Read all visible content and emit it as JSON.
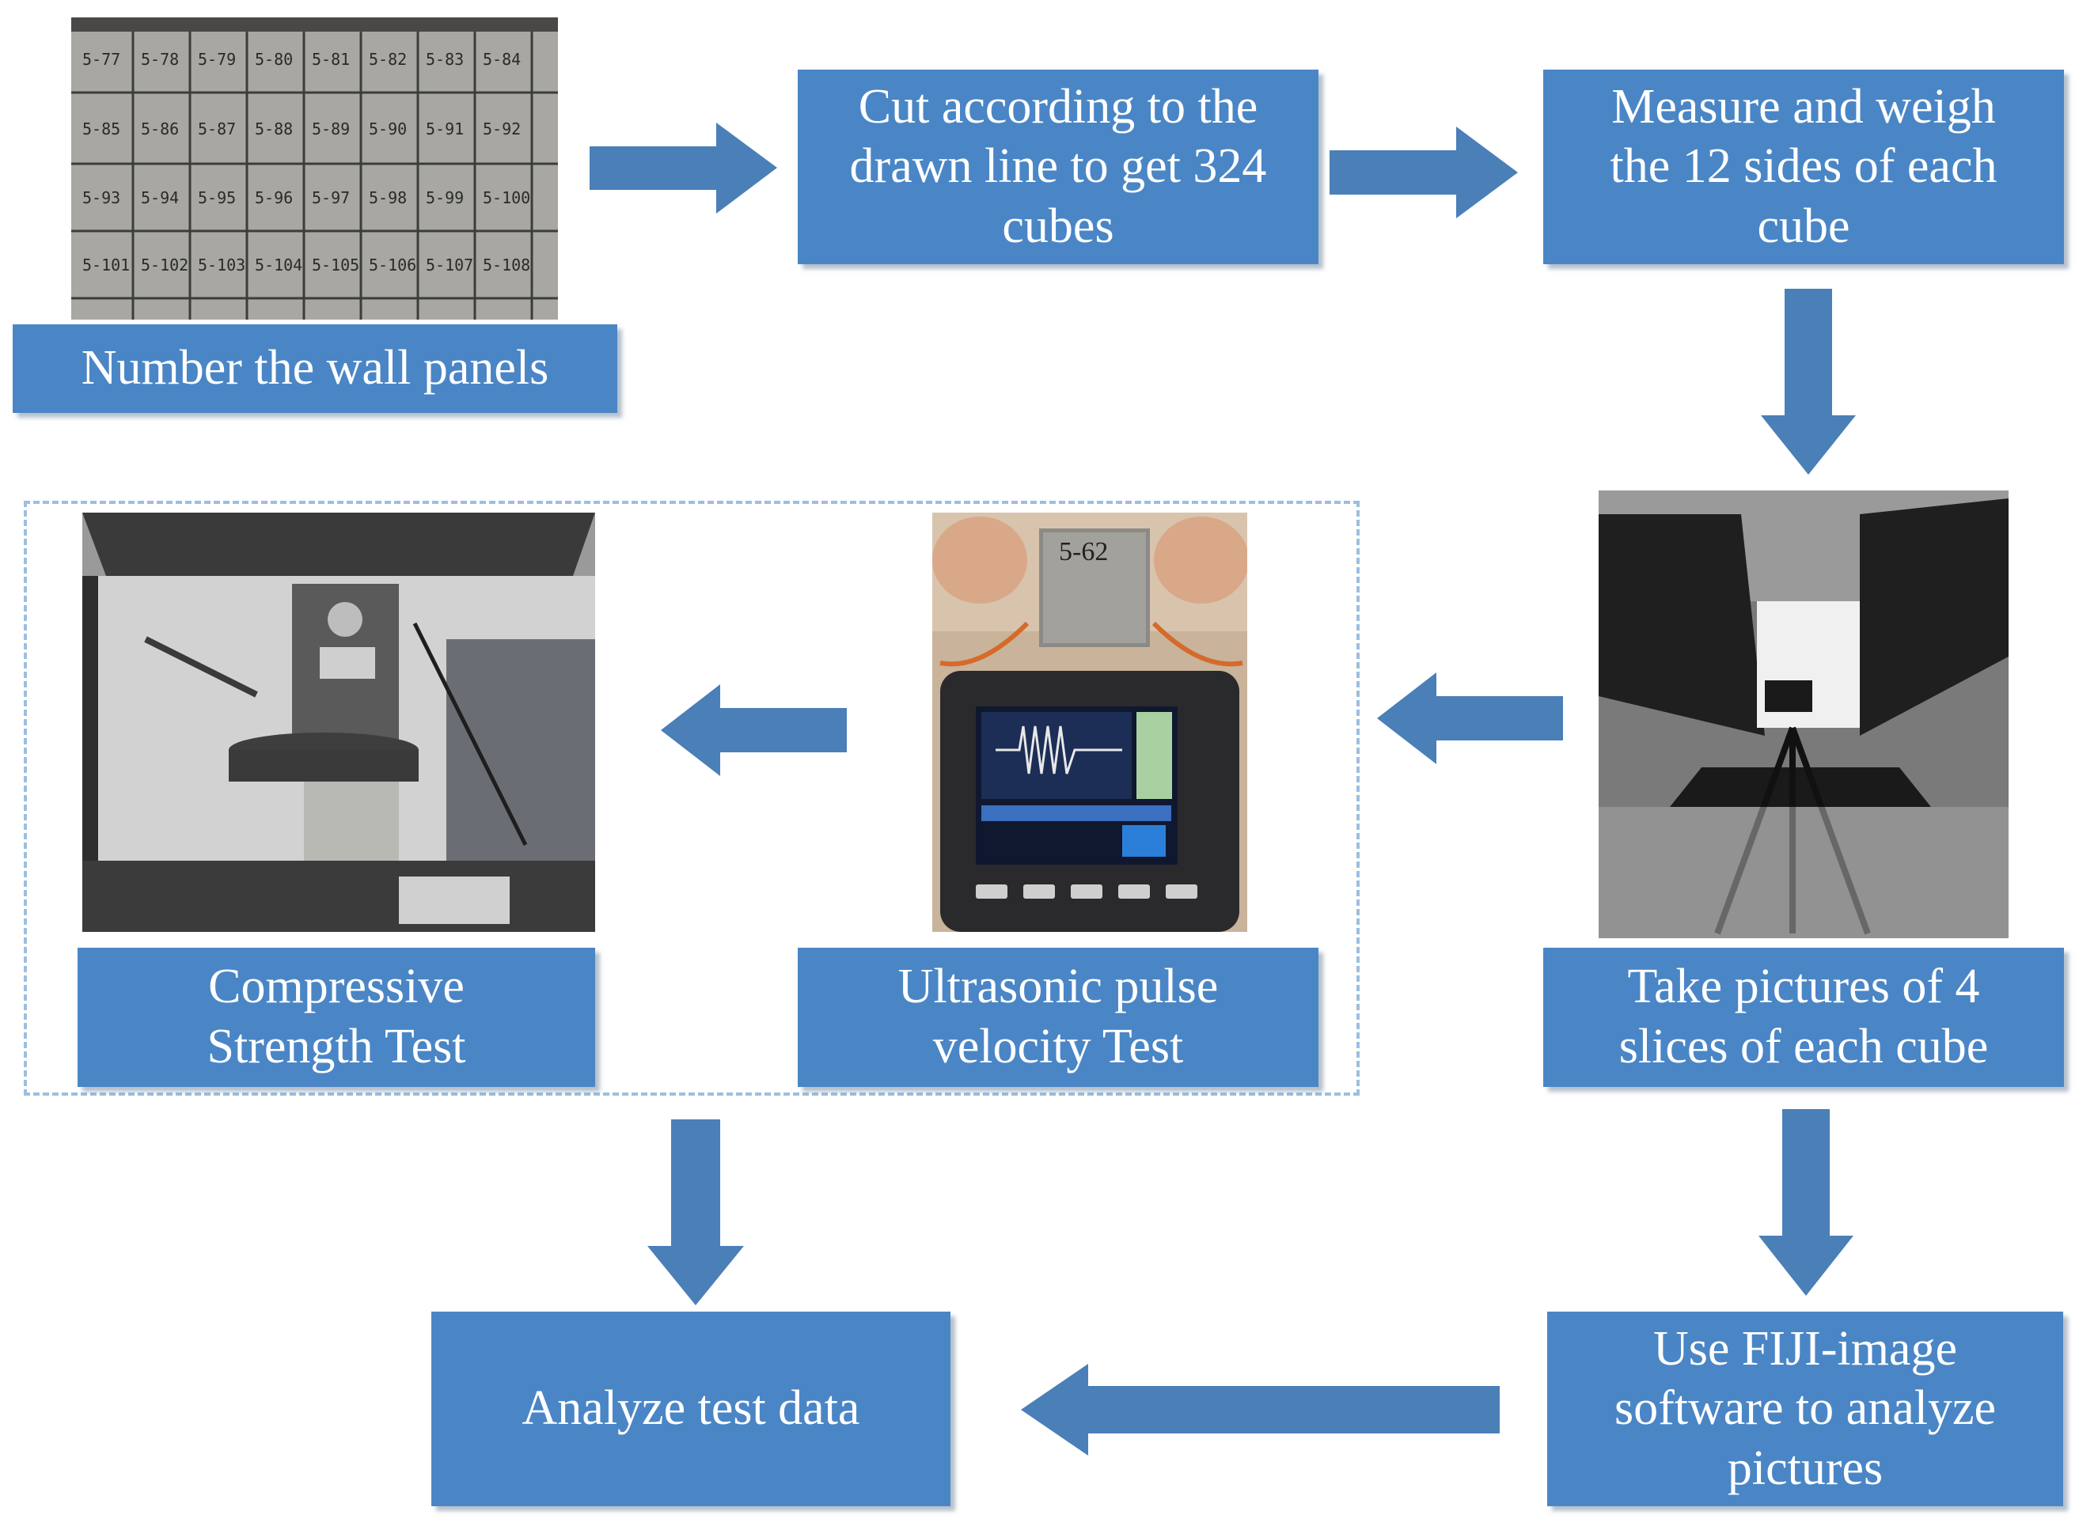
{
  "steps": {
    "number_panels": "Number the wall panels",
    "cut": "Cut according to the\ndrawn line to get 324\ncubes",
    "measure": "Measure and weigh\nthe 12 sides of each\ncube",
    "take_pictures": "Take pictures of 4\nslices of each cube",
    "upv": "Ultrasonic pulse\nvelocity Test",
    "compressive": "Compressive\nStrength Test",
    "fiji": "Use FIJI-image\nsoftware to analyze\npictures",
    "analyze": "Analyze test data"
  },
  "photos": {
    "grid_labels": [
      "5-77",
      "5-78",
      "5-79",
      "5-80",
      "5-81",
      "5-82",
      "5-83",
      "5-84",
      "5-85",
      "5-86",
      "5-87",
      "5-88",
      "5-89",
      "5-90",
      "5-91",
      "5-92",
      "5-93",
      "5-94",
      "5-95",
      "5-96",
      "5-97",
      "5-98",
      "5-99",
      "5-100",
      "5-101",
      "5-102",
      "5-103",
      "5-104",
      "5-105",
      "5-106",
      "5-107",
      "5-108"
    ],
    "cube_label": "5-62"
  },
  "colors": {
    "box": "#4a86c6",
    "arrow": "#4a7fb8",
    "dashed": "#9cbfe0"
  }
}
